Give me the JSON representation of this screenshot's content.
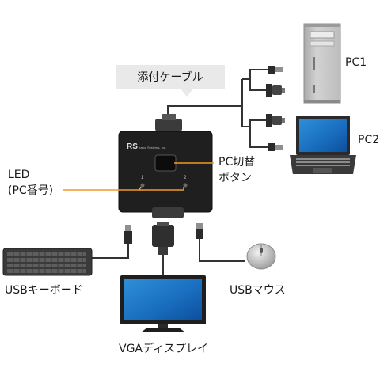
{
  "diagram": {
    "callout": {
      "text": "添付ケーブル"
    },
    "switch": {
      "brand": "RS",
      "brand_sub": "ratoc Systems, Inc.",
      "port1": "1",
      "port2": "2"
    },
    "labels": {
      "led_line1": "LED",
      "led_line2": "(PC番号)",
      "switch_button_line1": "PC切替",
      "switch_button_line2": "ボタン",
      "pc1": "PC1",
      "pc2": "PC2",
      "keyboard": "USBキーボード",
      "mouse": "USBマウス",
      "display": "VGAディスプレイ"
    },
    "icons": [
      "tower-pc-icon",
      "laptop-icon",
      "keyboard-icon",
      "mouse-icon",
      "monitor-icon",
      "kvm-switch-icon",
      "usb-plug-icon",
      "vga-connector-icon"
    ]
  }
}
